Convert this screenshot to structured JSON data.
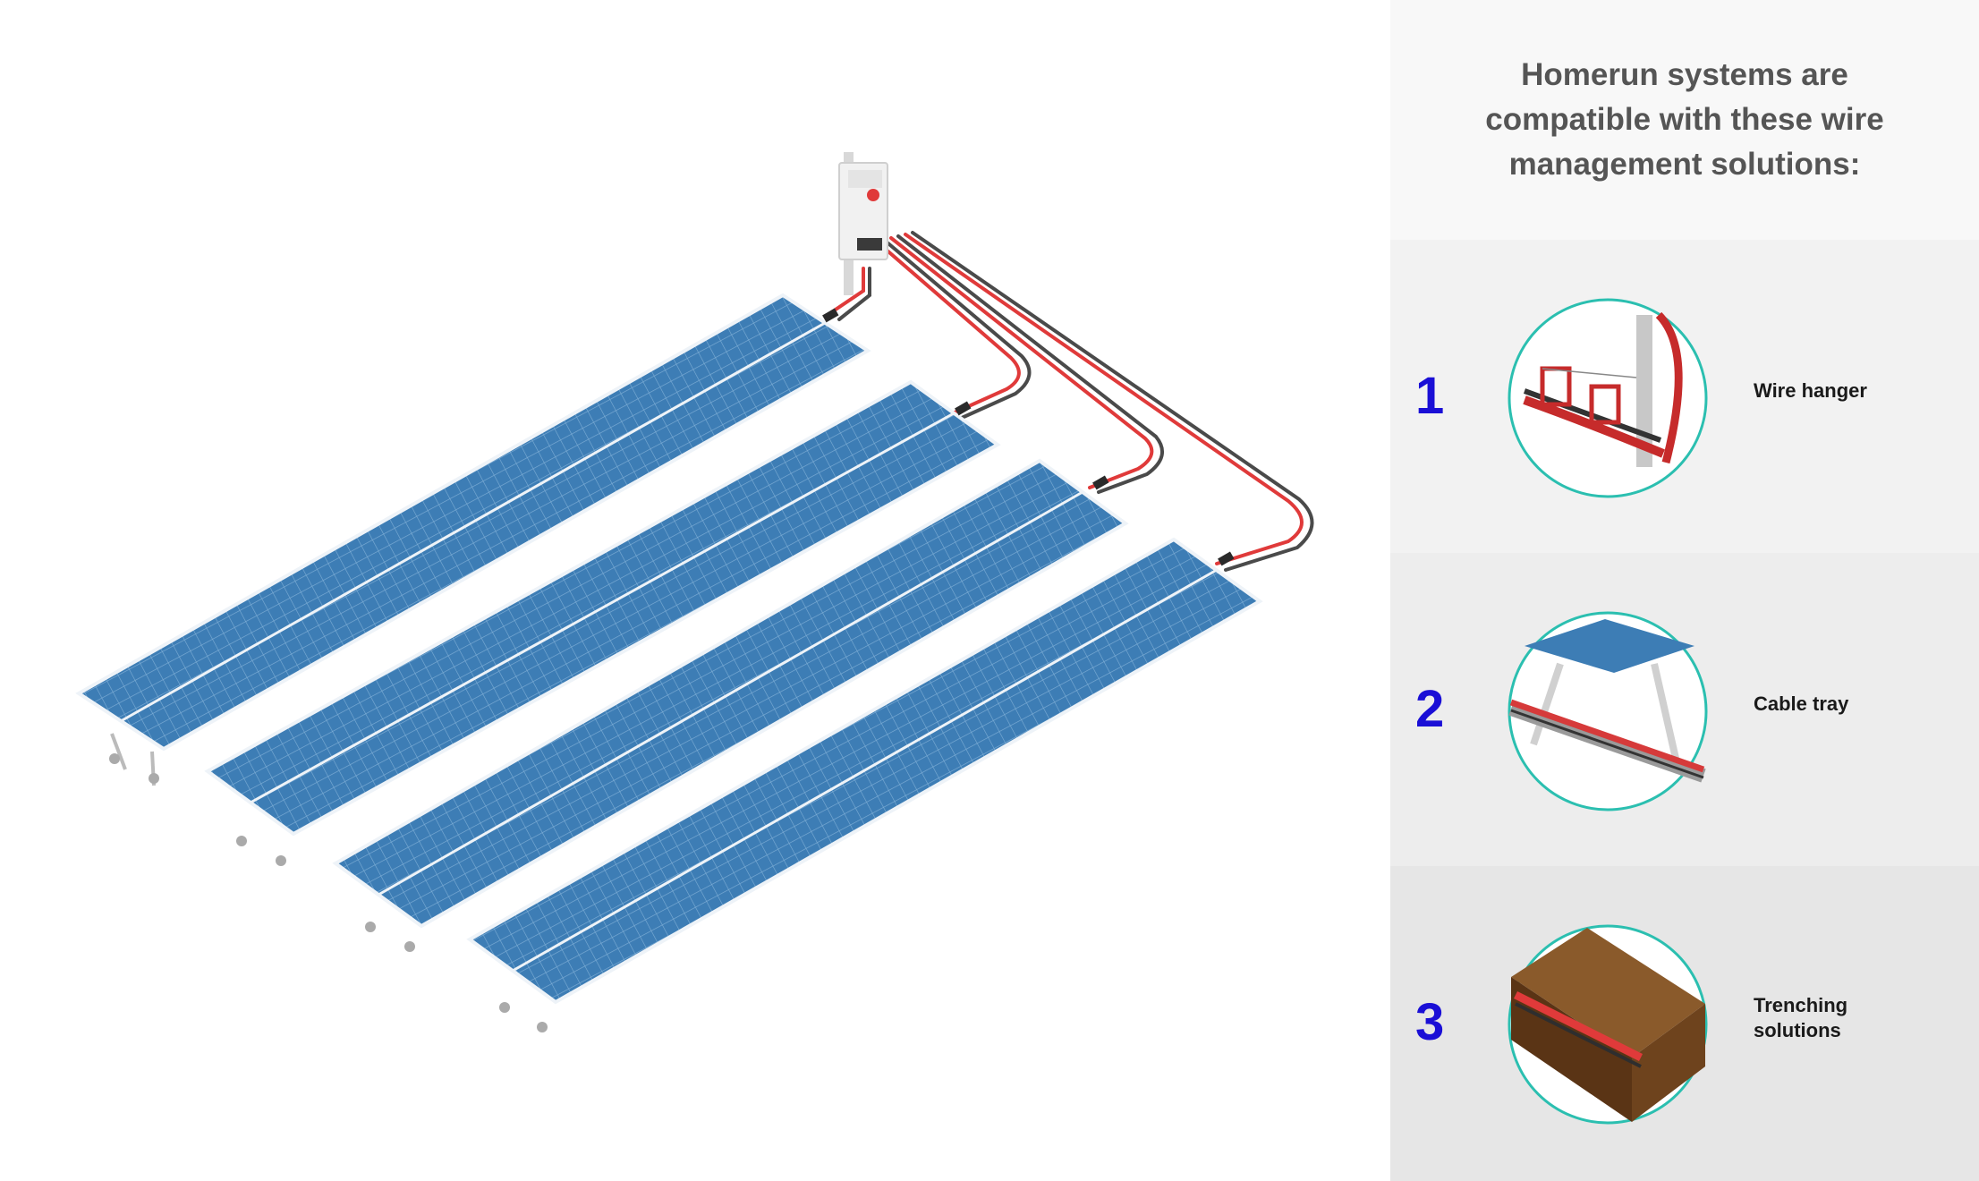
{
  "heading": "Homerun systems are compatible with these wire management solutions:",
  "solutions": [
    {
      "number": "1",
      "label": "Wire hanger",
      "icon": "wire-hanger-icon"
    },
    {
      "number": "2",
      "label": "Cable tray",
      "icon": "cable-tray-icon"
    },
    {
      "number": "3",
      "label": "Trenching solutions",
      "icon": "trenching-icon"
    }
  ],
  "colors": {
    "number": "#1a0fd6",
    "circle_border": "#2bbfb0",
    "panel": "#3d7db5",
    "red_wire": "#e03a3a",
    "dark_wire": "#4a4a4a",
    "row_bg": [
      "#f2f2f2",
      "#ededed",
      "#e6e6e6"
    ]
  }
}
